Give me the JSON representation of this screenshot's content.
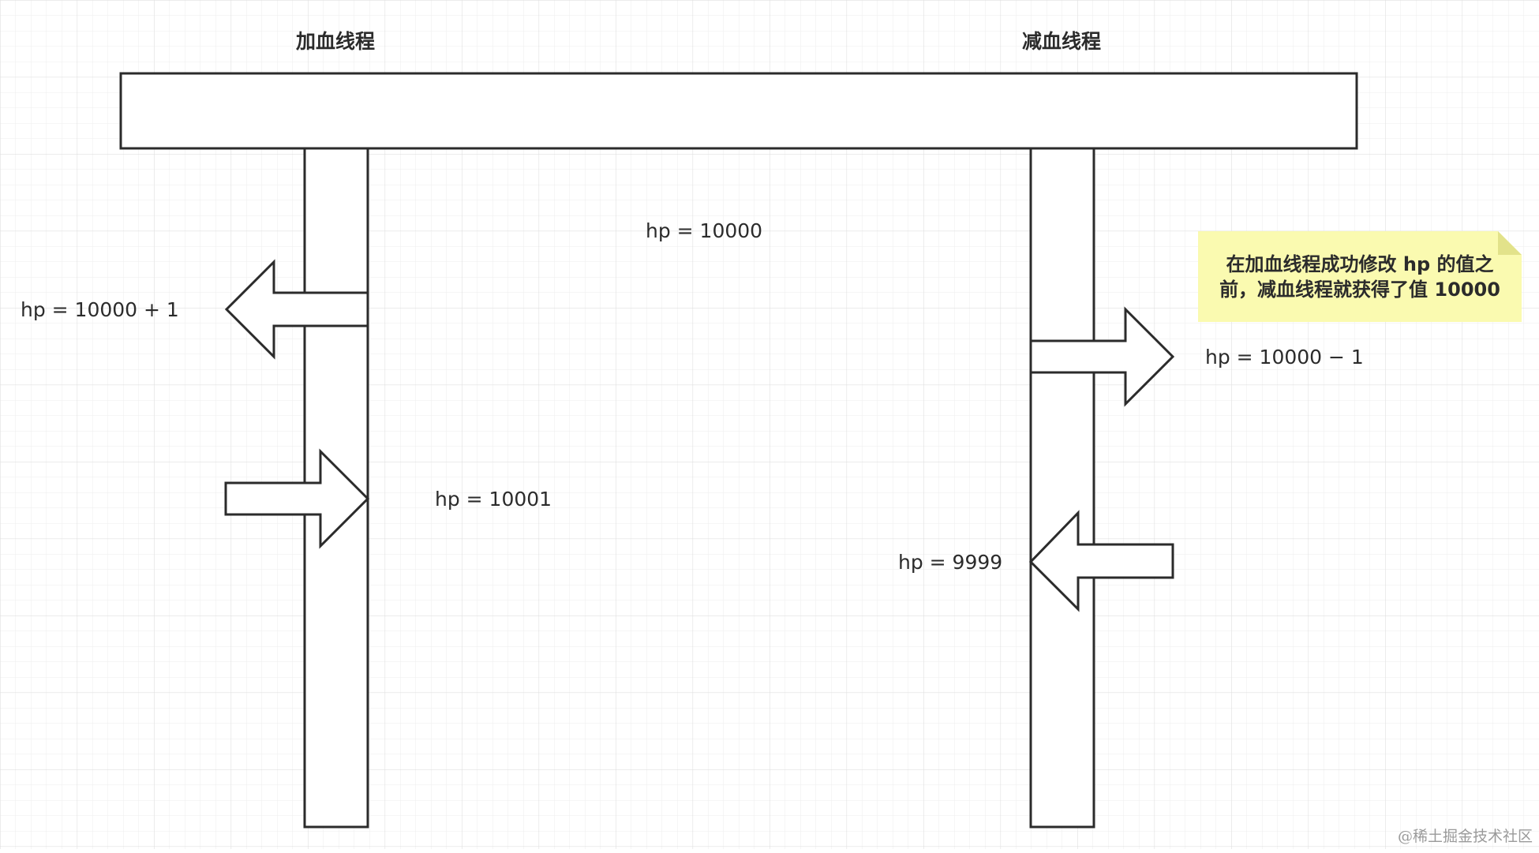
{
  "diagram": {
    "threads": {
      "add_thread_label": "加血线程",
      "sub_thread_label": "减血线程"
    },
    "shared_value_label": "hp = 10000",
    "add_thread": {
      "read_label": "hp = 10000 + 1",
      "write_label": "hp = 10001"
    },
    "sub_thread": {
      "read_label": "hp = 10000 − 1",
      "write_label": "hp = 9999"
    },
    "note": {
      "line1": "在加血线程成功修改 hp 的值之",
      "line2": "前，减血线程就获得了值 10000",
      "fill_color": "#fafab0"
    },
    "watermark": "@稀土掘金技术社区"
  },
  "colors": {
    "stroke": "#2b2b2b",
    "grid_minor": "#eeeeee",
    "grid_major": "#e0e0e0"
  }
}
